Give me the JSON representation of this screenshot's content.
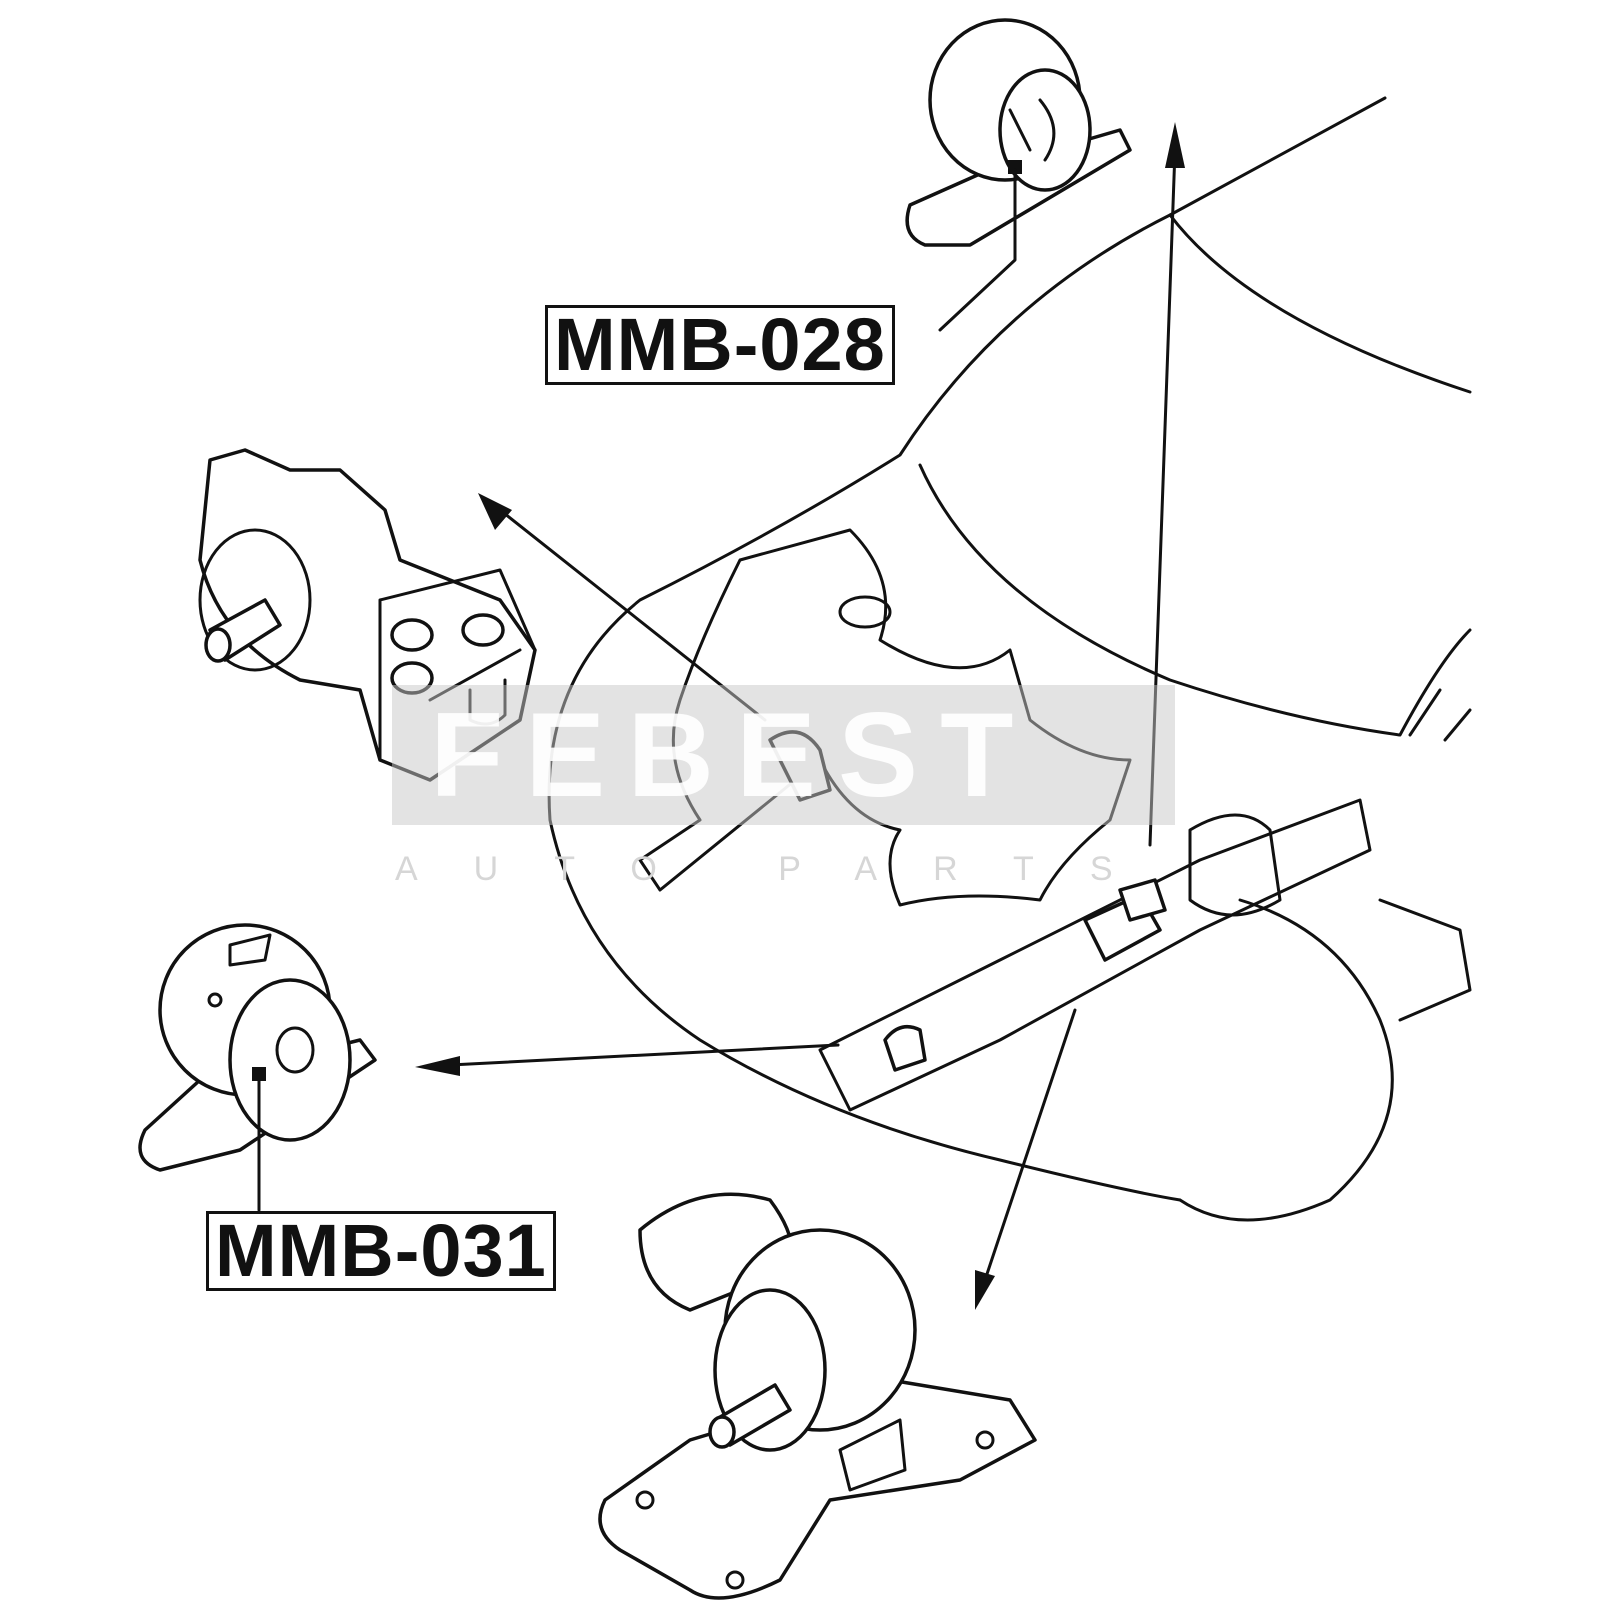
{
  "parts": [
    {
      "id": "top",
      "part_number": "MMB-028"
    },
    {
      "id": "left",
      "part_number": "MMB-031"
    }
  ],
  "watermark": {
    "brand": "FEBEST",
    "tagline": "AUTO PARTS"
  },
  "colors": {
    "line": "#111111",
    "watermark": "#d9d9d9"
  }
}
